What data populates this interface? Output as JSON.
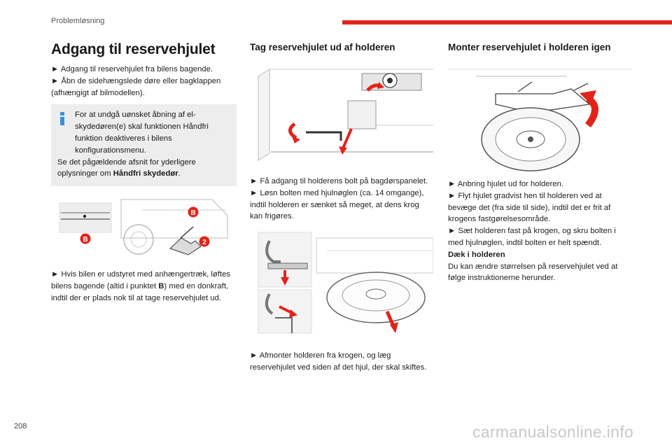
{
  "header": {
    "section": "Problemløsning"
  },
  "page_number": "208",
  "watermark": "carmanualsonline.info",
  "col1": {
    "title": "Adgang til reservehjulet",
    "intro": [
      "► Adgang til reservehjulet fra bilens bagende.",
      "► Åbn de sidehængslede døre eller bagklappen (afhængigt af bilmodellen)."
    ],
    "info": {
      "line1": "For at undgå uønsket åbning af el-skydedøren(e) skal funktionen Håndfri funktion deaktiveres i bilens konfigurationsmenu.",
      "line2_prefix": "Se det pågældende afsnit for yderligere oplysninger om ",
      "line2_bold": "Håndfri skydedør",
      "line2_suffix": "."
    },
    "figure_labels": {
      "b": "B",
      "two": "2"
    },
    "after": {
      "prefix": "► Hvis bilen er udstyret med anhængertræk, løftes bilens bagende (altid i punktet ",
      "bold": "B",
      "suffix": ") med en donkraft, indtil der er plads nok til at tage reservehjulet ud."
    }
  },
  "col2": {
    "title": "Tag reservehjulet ud af holderen",
    "step1": [
      "► Få adgang til holderens bolt på bagdørspanelet.",
      "► Løsn bolten med hjulnøglen (ca. 14 omgange), indtil holderen er sænket så meget, at dens krog kan frigøres."
    ],
    "step2": "► Afmonter holderen fra krogen, og læg reservehjulet ved siden af det hjul, der skal skiftes."
  },
  "col3": {
    "title": "Monter reservehjulet i holderen igen",
    "steps": [
      "► Anbring hjulet ud for holderen.",
      "► Flyt hjulet gradvist hen til holderen ved at bevæge det (fra side til side), indtil det er frit af krogens fastgørelsesområde.",
      "► Sæt holderen fast på krogen, og skru bolten i med hjulnøglen, indtil bolten er helt spændt."
    ],
    "tyre_heading": "Dæk i holderen",
    "tyre_text": "Du kan ændre størrelsen på reservehjulet ved at følge instruktionerne herunder."
  },
  "colors": {
    "accent": "#e2231a",
    "info": "#3a8fd8",
    "info_bg": "#ededed"
  },
  "icons": [
    "info-icon",
    "arrow-icon"
  ]
}
